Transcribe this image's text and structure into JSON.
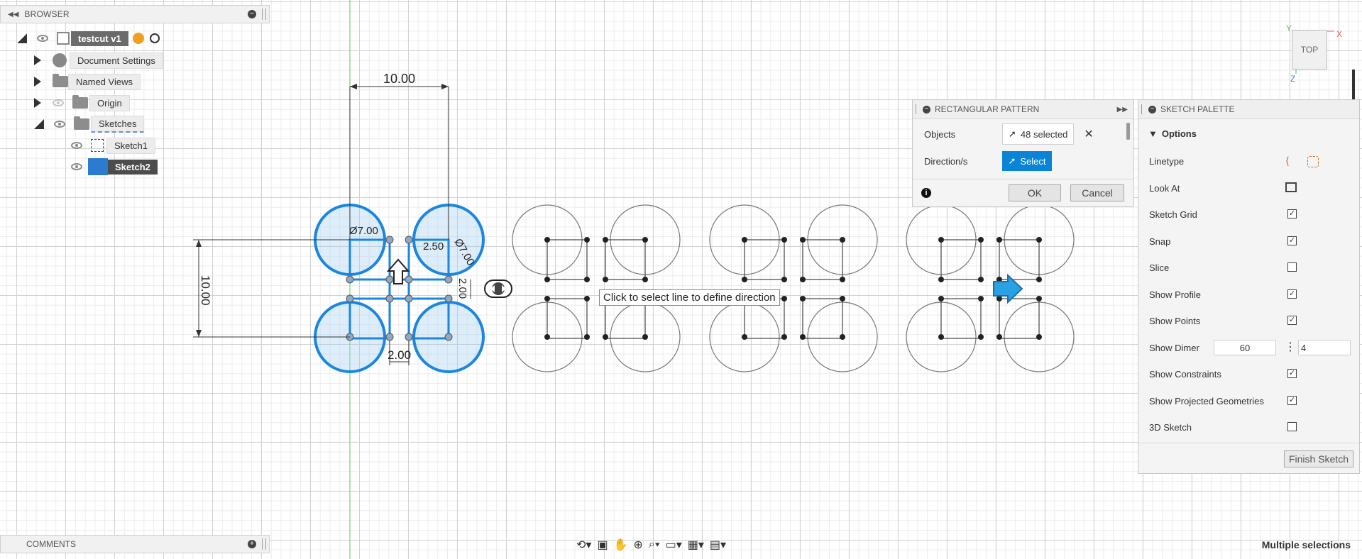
{
  "browser": {
    "title": "BROWSER",
    "root": "testcut v1",
    "items": [
      "Document Settings",
      "Named Views",
      "Origin",
      "Sketches"
    ],
    "sketches": [
      "Sketch1",
      "Sketch2"
    ]
  },
  "comments": {
    "title": "COMMENTS"
  },
  "canvas": {
    "dim_top": "10.00",
    "dim_left": "10.00",
    "dim_dia": "Ø7.00",
    "dim_dia2": "Ø7.00",
    "dim_small": "2.50",
    "dim_bottom": "2.00",
    "dim_right": "2.00",
    "tooltip": "Click to select line to define direction"
  },
  "pattern_dialog": {
    "title": "RECTANGULAR PATTERN",
    "objects_label": "Objects",
    "objects_value": "48 selected",
    "direction_label": "Direction/s",
    "direction_value": "Select",
    "ok": "OK",
    "cancel": "Cancel"
  },
  "palette": {
    "title": "SKETCH PALETTE",
    "section": "Options",
    "rows": [
      {
        "label": "Linetype",
        "kind": "icons"
      },
      {
        "label": "Look At",
        "kind": "icon"
      },
      {
        "label": "Sketch Grid",
        "checked": true
      },
      {
        "label": "Snap",
        "checked": true
      },
      {
        "label": "Slice",
        "checked": false
      },
      {
        "label": "Show Profile",
        "checked": true
      },
      {
        "label": "Show Points",
        "checked": true
      },
      {
        "label": "Show Dimer",
        "kind": "numbers"
      },
      {
        "label": "Show Constraints",
        "checked": true
      },
      {
        "label": "Show Projected Geometries",
        "checked": true
      },
      {
        "label": "3D Sketch",
        "checked": false
      }
    ],
    "dim_value_1": "60",
    "dim_value_2": "4",
    "finish": "Finish Sketch"
  },
  "viewcube": {
    "face": "TOP",
    "axis_x": "X",
    "axis_y": "Y",
    "axis_z": "Z"
  },
  "status": "Multiple selections",
  "icons": [
    "collapse-icon",
    "eye-icon",
    "component-icon",
    "gear-icon",
    "folder-icon",
    "select-arrow-icon",
    "info-icon",
    "orbit-icon",
    "look-at-icon",
    "pan-icon",
    "zoom-icon",
    "display-icon",
    "grid-icon",
    "viewports-icon"
  ]
}
